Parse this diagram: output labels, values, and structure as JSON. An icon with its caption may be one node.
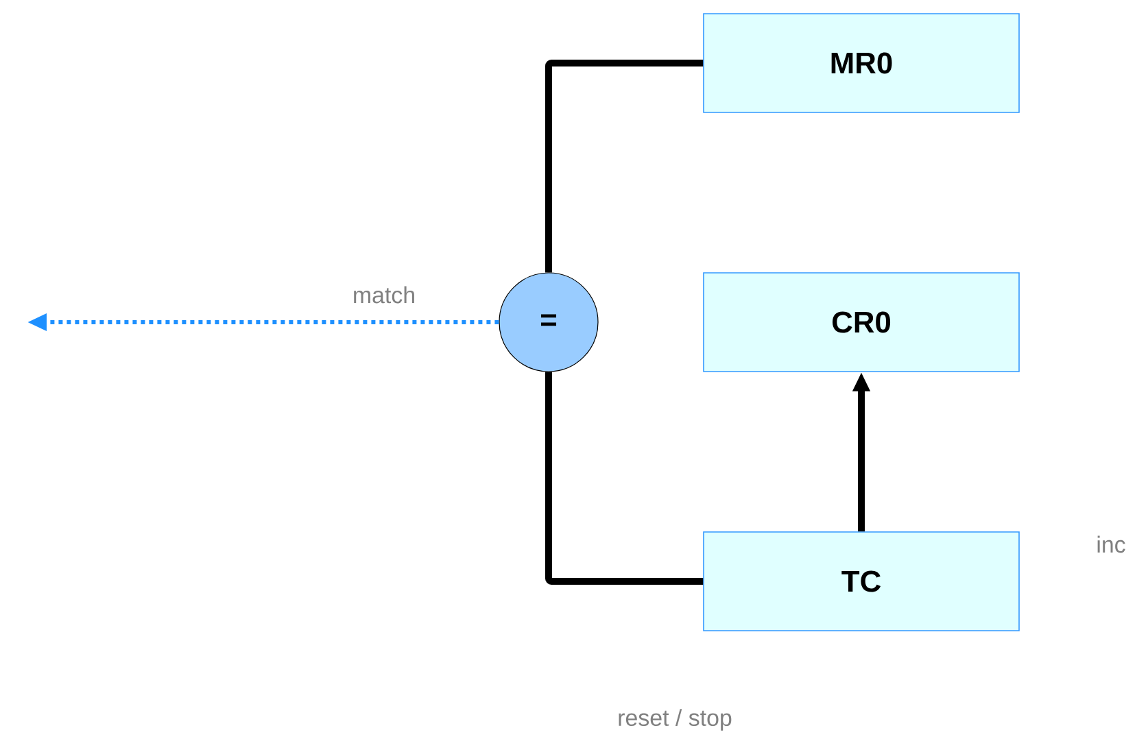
{
  "diagram": {
    "nodes": [
      {
        "text": [
          "MR0"
        ]
      },
      {
        "text": [
          "CR0"
        ]
      },
      {
        "text": [
          "TC"
        ]
      },
      {
        "text": [
          "="
        ]
      }
    ],
    "edges": [
      {
        "from": 0,
        "to": 3,
        "arrow": "none"
      },
      {
        "from": 2,
        "to": 3,
        "arrow": "none"
      },
      {
        "from": 2,
        "to": 1,
        "arrow": "to"
      },
      {
        "from": 3,
        "to": null,
        "arrow": "to",
        "label": "match",
        "style": "dashed",
        "color": "#1e90ff"
      }
    ],
    "labels": [
      "inc",
      "reset / stop"
    ]
  }
}
